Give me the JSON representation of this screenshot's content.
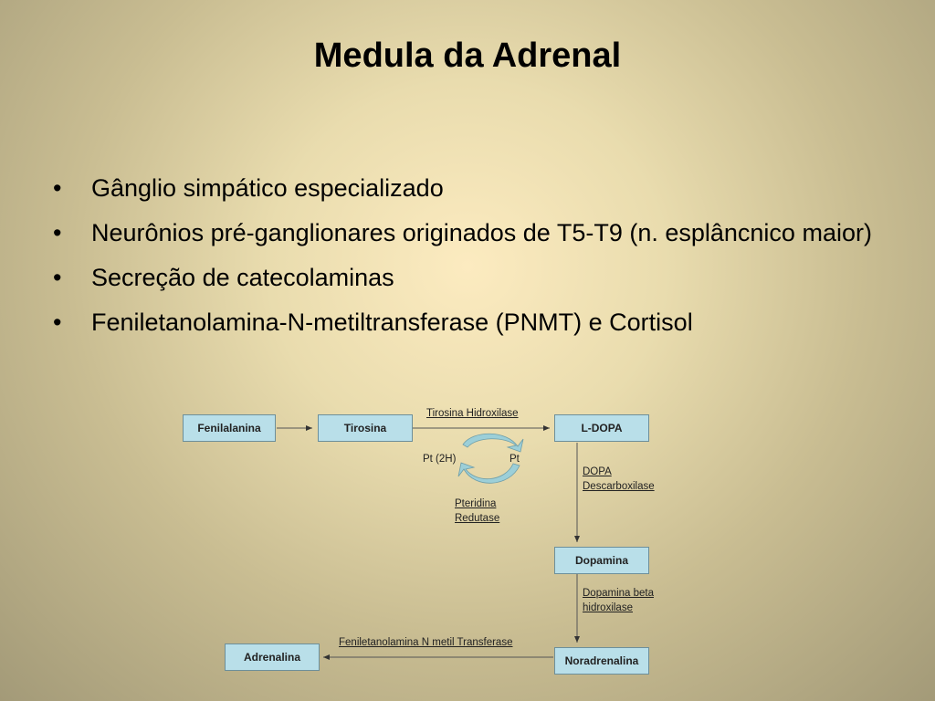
{
  "slide": {
    "title": "Medula da Adrenal",
    "bullets": [
      "Gânglio simpático especializado",
      "Neurônios pré-ganglionares originados de T5-T9 (n. esplâncnico maior)",
      "Secreção de catecolaminas",
      "Feniletanolamina-N-metiltransferase (PNMT) e Cortisol"
    ],
    "bullet_symbol": "•"
  },
  "diagram": {
    "nodes": {
      "fenilalanina": "Fenilalanina",
      "tirosina": "Tirosina",
      "ldopa": "L-DOPA",
      "dopamina": "Dopamina",
      "noradrenalina": "Noradrenalina",
      "adrenalina": "Adrenalina"
    },
    "enzymes": {
      "tirosina_hidroxilase": "Tirosina Hidroxilase",
      "dopa_descarboxilase_1": "DOPA",
      "dopa_descarboxilase_2": "Descarboxilase",
      "dopamina_beta_1": "Dopamina beta",
      "dopamina_beta_2": "hidroxilase",
      "feniletanolamina": "Feniletanolamina N metil Transferase",
      "pteridina_1": "Pteridina",
      "pteridina_2": "Redutase"
    },
    "cofactors": {
      "pt2h": "Pt (2H)",
      "pt": "Pt"
    },
    "box_color": "#b9dfe9"
  }
}
